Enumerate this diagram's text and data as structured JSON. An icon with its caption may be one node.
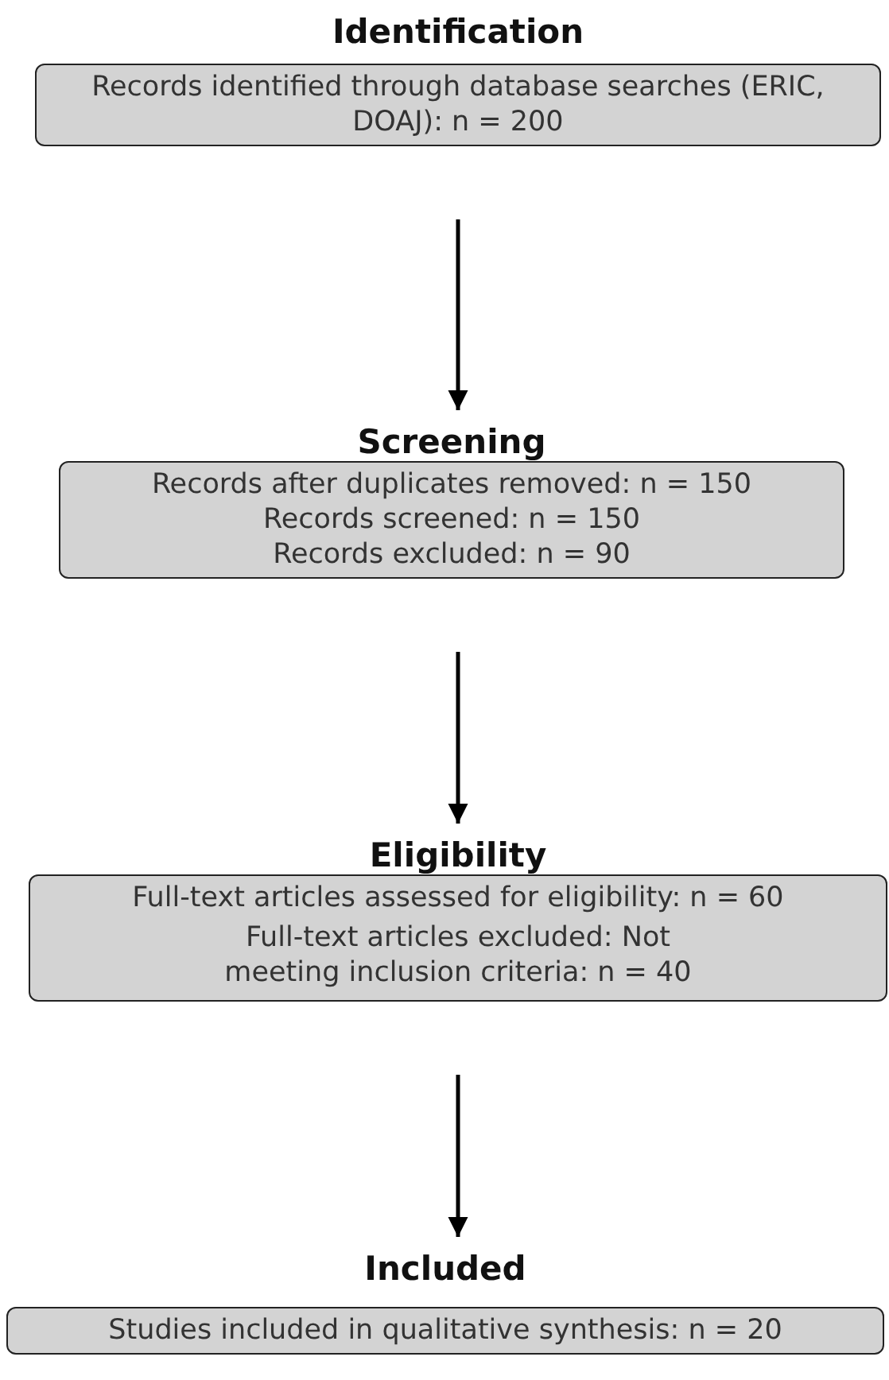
{
  "diagram": {
    "nodes": [
      {
        "text": [
          "Identification",
          "Records identified through database searches (ERIC, DOAJ): n = 200"
        ]
      },
      {
        "text": [
          "Screening",
          "Records after duplicates removed: n = 150",
          "Records screened: n = 150",
          "Records excluded: n = 90"
        ]
      },
      {
        "text": [
          "Eligibility",
          "Full-text articles assessed for eligibility: n = 60",
          "Full-text articles excluded: Not meeting inclusion criteria: n = 40"
        ]
      },
      {
        "text": [
          "Included",
          "Studies included in qualitative synthesis: n = 20"
        ]
      }
    ],
    "edges": [
      {
        "from": 0,
        "to": 1,
        "arrow": "to"
      },
      {
        "from": 1,
        "to": 2,
        "arrow": "to"
      },
      {
        "from": 2,
        "to": 3,
        "arrow": "to"
      }
    ]
  }
}
